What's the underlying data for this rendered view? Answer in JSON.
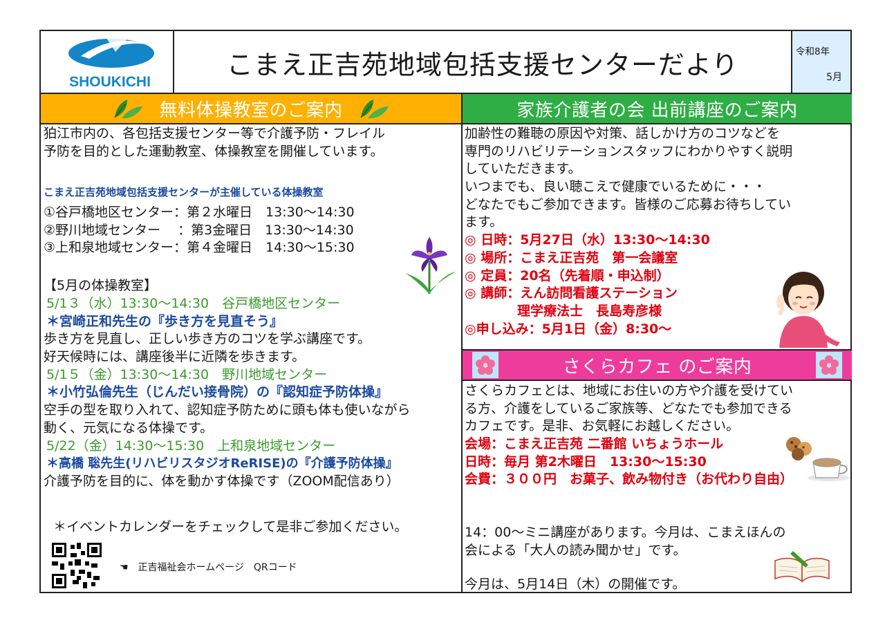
{
  "header": {
    "logo_text": "SHOUKICHI",
    "title": "こまえ正吉苑地域包括支援センターだより",
    "year": "令和8年",
    "month": "5月"
  },
  "colors": {
    "orange": "#ffb000",
    "green": "#2eae45",
    "pink": "#ee3c9d",
    "red": "#e0000f",
    "blue": "#1b4aa0",
    "date_bg": "#dcefff"
  },
  "left": {
    "banner": "無料体操教室のご案内",
    "intro": [
      "狛江市内の、各包括支援センター等で介護予防・フレイル",
      "予防を目的とした運動教室、体操教室を開催しています。"
    ],
    "host_heading": "こまえ正吉苑地域包括支援センターが主催している体操教室",
    "host_classes": [
      "①谷戸橋地区センター：第２水曜日　13:30～14:30",
      "②野川地域センター　 ：第3金曜日　13:30～14:30",
      "③上和泉地域センター：第４金曜日　14:30～15:30"
    ],
    "may_heading": "【5月の体操教室】",
    "may_items": [
      {
        "date": "5/1３（水）13:30～14:30　谷戸橋地区センター",
        "teacher": "＊宮崎正和先生の『歩き方を見直そう』",
        "desc": [
          "歩き方を見直し、正しい歩き方のコツを学ぶ講座です。",
          "好天候時には、講座後半に近隣を歩きます。"
        ]
      },
      {
        "date": "5/1５（金）13:30～14:30　野川地域センター",
        "teacher": "＊小竹弘倫先生（じんだい接骨院）の『認知症予防体操』",
        "desc": [
          "空手の型を取り入れて、認知症予防ために頭も体も使いながら",
          "動く、元気になる体操です。"
        ]
      },
      {
        "date": "5/22（金）14:30～15:30　上和泉地域センター",
        "teacher": "＊高橋 聡先生(リハビリスタジオReRISE)の『介護予防体操』",
        "desc": [
          "介護予防を目的に、体を動かす体操です（ZOOM配信あり）"
        ]
      }
    ],
    "event_note": "＊イベントカレンダーをチェックして是非ご参加ください。",
    "qr_note": "☚　正吉福祉会ホームページ　QRコード"
  },
  "right": {
    "banner": "家族介護者の会 出前講座のご案内",
    "body": [
      "加齢性の難聴の原因や対策、話しかけ方のコツなどを",
      "専門のリハビリテーションスタッフにわかりやすく説明",
      "していただきます。",
      "いつまでも、良い聴こえで健康でいるために・・・",
      "どなたでもご参加できます。皆様のご応募お待ちしてい",
      "ます。"
    ],
    "details": [
      "◎ 日時：5月27日（水）13:30～14:30",
      "◎ 場所：こまえ正吉苑　第一会議室",
      "◎ 定員：20名（先着順・申込制）",
      "◎ 講師：えん訪問看護ステーション",
      "　　　　理学療法士　長島寿彦様",
      "◎申し込み：5月1日（金）8:30～"
    ]
  },
  "cafe": {
    "banner": "さくらカフェ のご案内",
    "body": [
      "さくらカフェとは、地域にお住いの方や介護を受けてい",
      "る方、介護をしているご家族等、どなたでも参加できる",
      "カフェです。是非、お気軽にお越しください。"
    ],
    "details": [
      "会場：こまえ正吉苑 二番館 いちょうホール",
      "日時：毎月 第2木曜日　13:30～15:30",
      "会費：３００円　お菓子、飲み物付き（お代わり自由）"
    ],
    "mini": [
      "14：00～ミニ講座があります。今月は、こまえほんの",
      "会による「大人の読み聞かせ」です。"
    ],
    "this_month": "今月は、5月14日（木）の開催です。"
  }
}
